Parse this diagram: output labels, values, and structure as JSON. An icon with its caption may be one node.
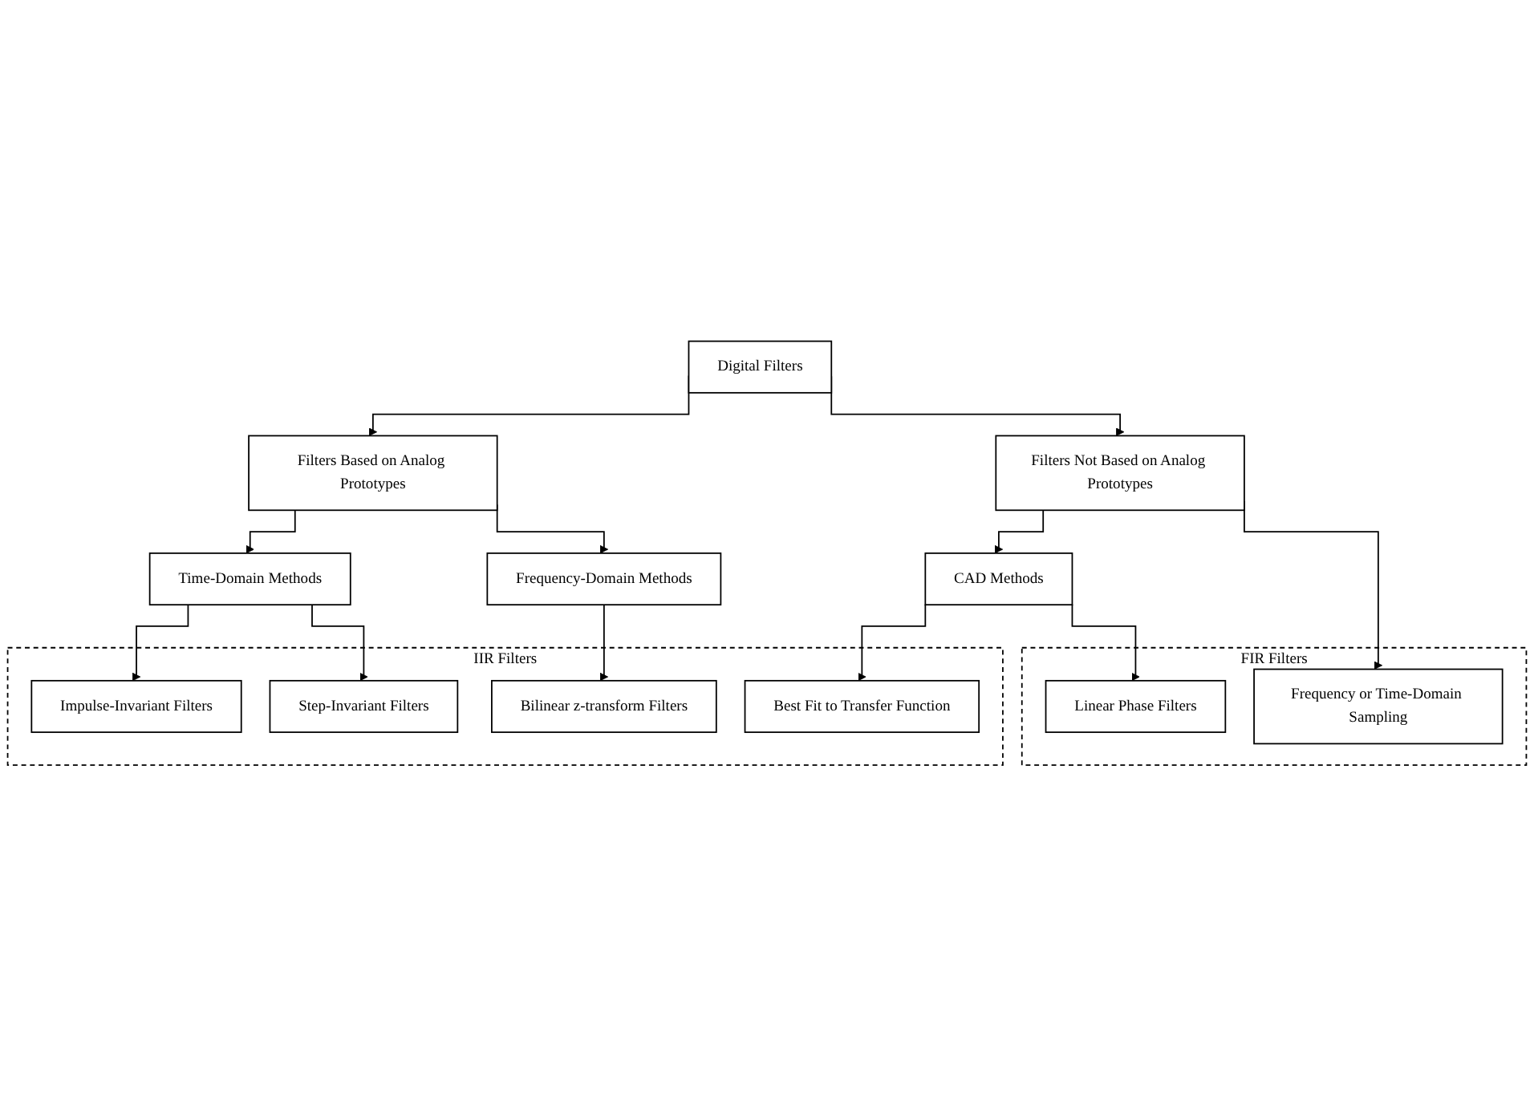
{
  "diagram": {
    "nodes": [
      {
        "text": [
          "Digital Filters"
        ]
      },
      {
        "text": [
          "Filters Based on Analog Prototypes"
        ]
      },
      {
        "text": [
          "Filters Not Based on Analog Prototypes"
        ]
      },
      {
        "text": [
          "Time-Domain Methods"
        ]
      },
      {
        "text": [
          "Frequency-Domain Methods"
        ]
      },
      {
        "text": [
          "CAD Methods"
        ]
      },
      {
        "text": [
          "IIR Filters"
        ]
      },
      {
        "text": [
          "Impulse-Invariant Filters"
        ],
        "in": 6
      },
      {
        "text": [
          "Step-Invariant Filters"
        ],
        "in": 6
      },
      {
        "text": [
          "Bilinear z-transform Filters"
        ],
        "in": 6
      },
      {
        "text": [
          "Best Fit to Transfer Function"
        ],
        "in": 6
      },
      {
        "text": [
          "FIR Filters"
        ]
      },
      {
        "text": [
          "Linear Phase Filters"
        ],
        "in": 11
      },
      {
        "text": [
          "Frequency or Time-Domain Sampling"
        ],
        "in": 11
      }
    ],
    "edges": [
      {
        "from": 0,
        "to": 1,
        "arrow": "to"
      },
      {
        "from": 0,
        "to": 2,
        "arrow": "to"
      },
      {
        "from": 1,
        "to": 3,
        "arrow": "to"
      },
      {
        "from": 1,
        "to": 4,
        "arrow": "to"
      },
      {
        "from": 3,
        "to": 7,
        "arrow": "to"
      },
      {
        "from": 3,
        "to": 8,
        "arrow": "to"
      },
      {
        "from": 4,
        "to": 9,
        "arrow": "to"
      },
      {
        "from": 2,
        "to": 5,
        "arrow": "to"
      },
      {
        "from": 2,
        "to": 13,
        "arrow": "to"
      },
      {
        "from": 5,
        "to": 10,
        "arrow": "to"
      },
      {
        "from": 5,
        "to": 12,
        "arrow": "to"
      }
    ]
  }
}
